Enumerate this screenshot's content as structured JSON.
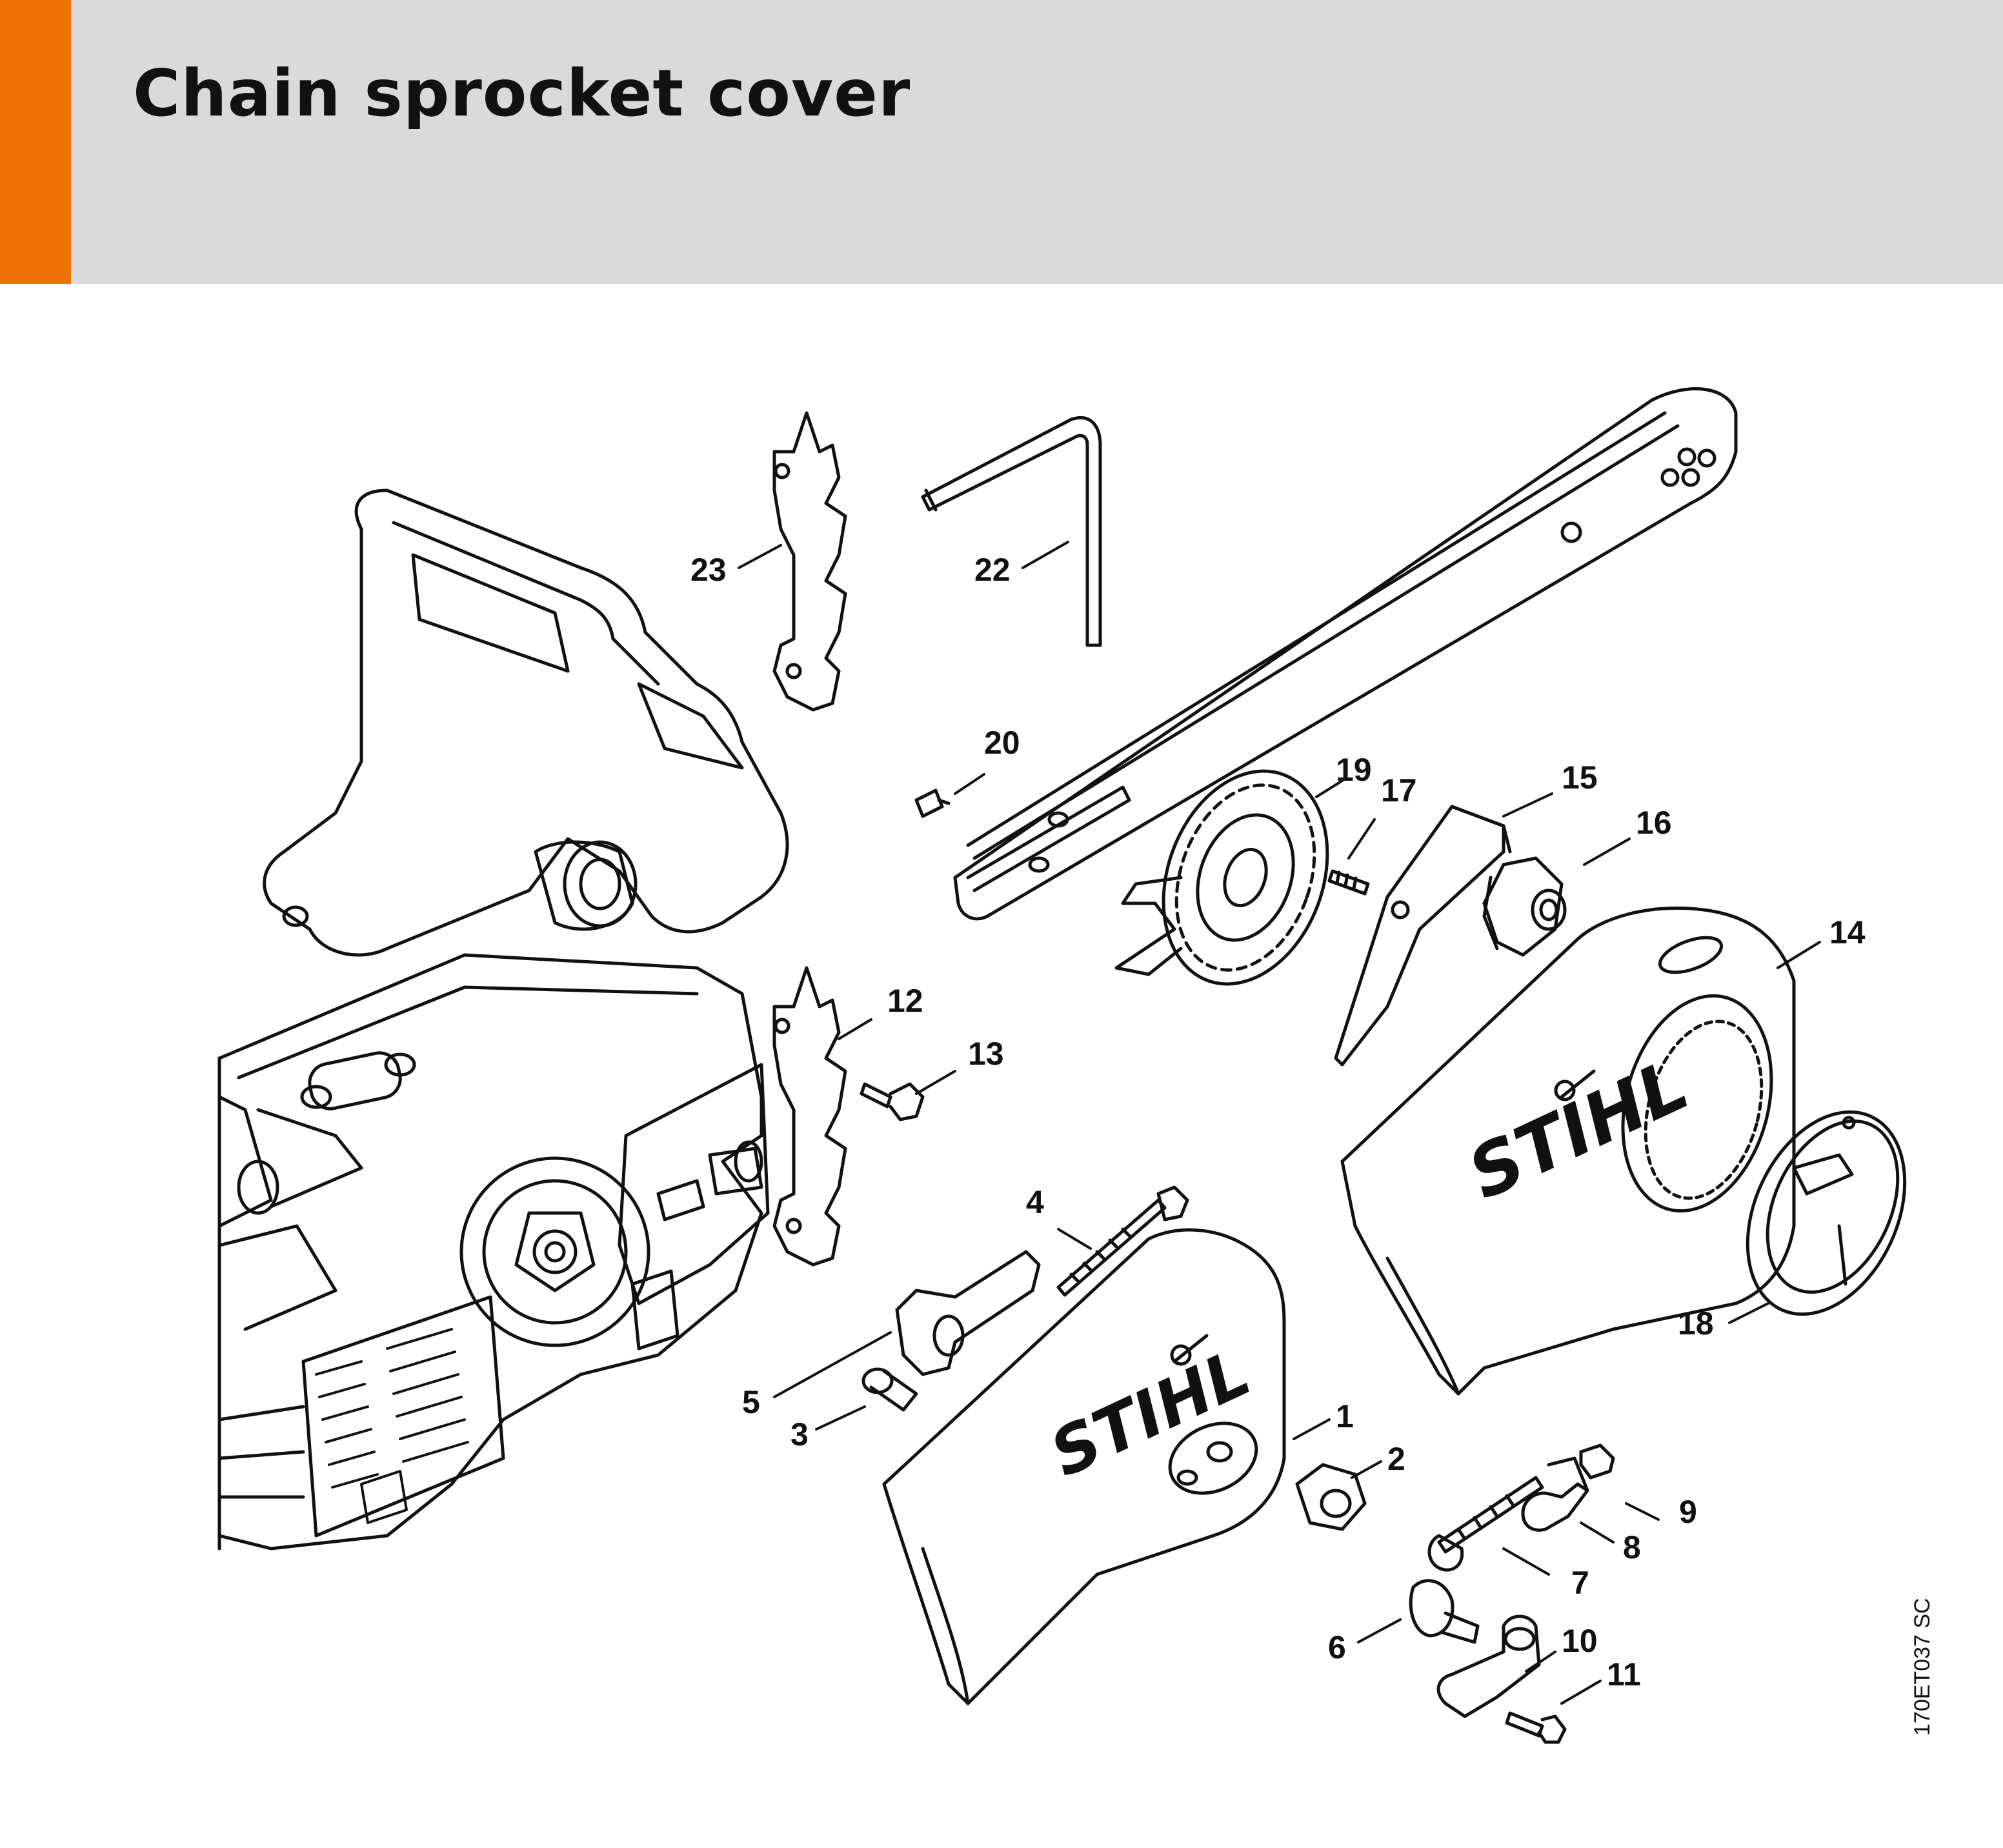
{
  "header": {
    "title": "Chain sprocket cover",
    "background_color": "#d9dad9",
    "accent_color": "#ee7203"
  },
  "diagram": {
    "reference_code": "170ET037 SC",
    "brand_logo_text": "STIHL",
    "callouts": [
      {
        "id": "1",
        "part": "sprocket-cover"
      },
      {
        "id": "2",
        "part": "collar-nut"
      },
      {
        "id": "3",
        "part": "pin"
      },
      {
        "id": "4",
        "part": "tensioner-screw"
      },
      {
        "id": "5",
        "part": "tensioner-slide"
      },
      {
        "id": "6",
        "part": "adjusting-gear"
      },
      {
        "id": "7",
        "part": "spur-gear-screw"
      },
      {
        "id": "8",
        "part": "clip"
      },
      {
        "id": "9",
        "part": "slide"
      },
      {
        "id": "10",
        "part": "tensioner-body"
      },
      {
        "id": "11",
        "part": "screw"
      },
      {
        "id": "12",
        "part": "bumper-spike"
      },
      {
        "id": "13",
        "part": "screw"
      },
      {
        "id": "14",
        "part": "quick-tension-cover"
      },
      {
        "id": "15",
        "part": "chain-catcher-plate"
      },
      {
        "id": "16",
        "part": "wing-nut"
      },
      {
        "id": "17",
        "part": "screw"
      },
      {
        "id": "18",
        "part": "cover-cap"
      },
      {
        "id": "19",
        "part": "adjusting-wheel"
      },
      {
        "id": "20",
        "part": "screw"
      },
      {
        "id": "22",
        "part": "hexagon-key"
      },
      {
        "id": "23",
        "part": "bumper-spike"
      }
    ]
  }
}
